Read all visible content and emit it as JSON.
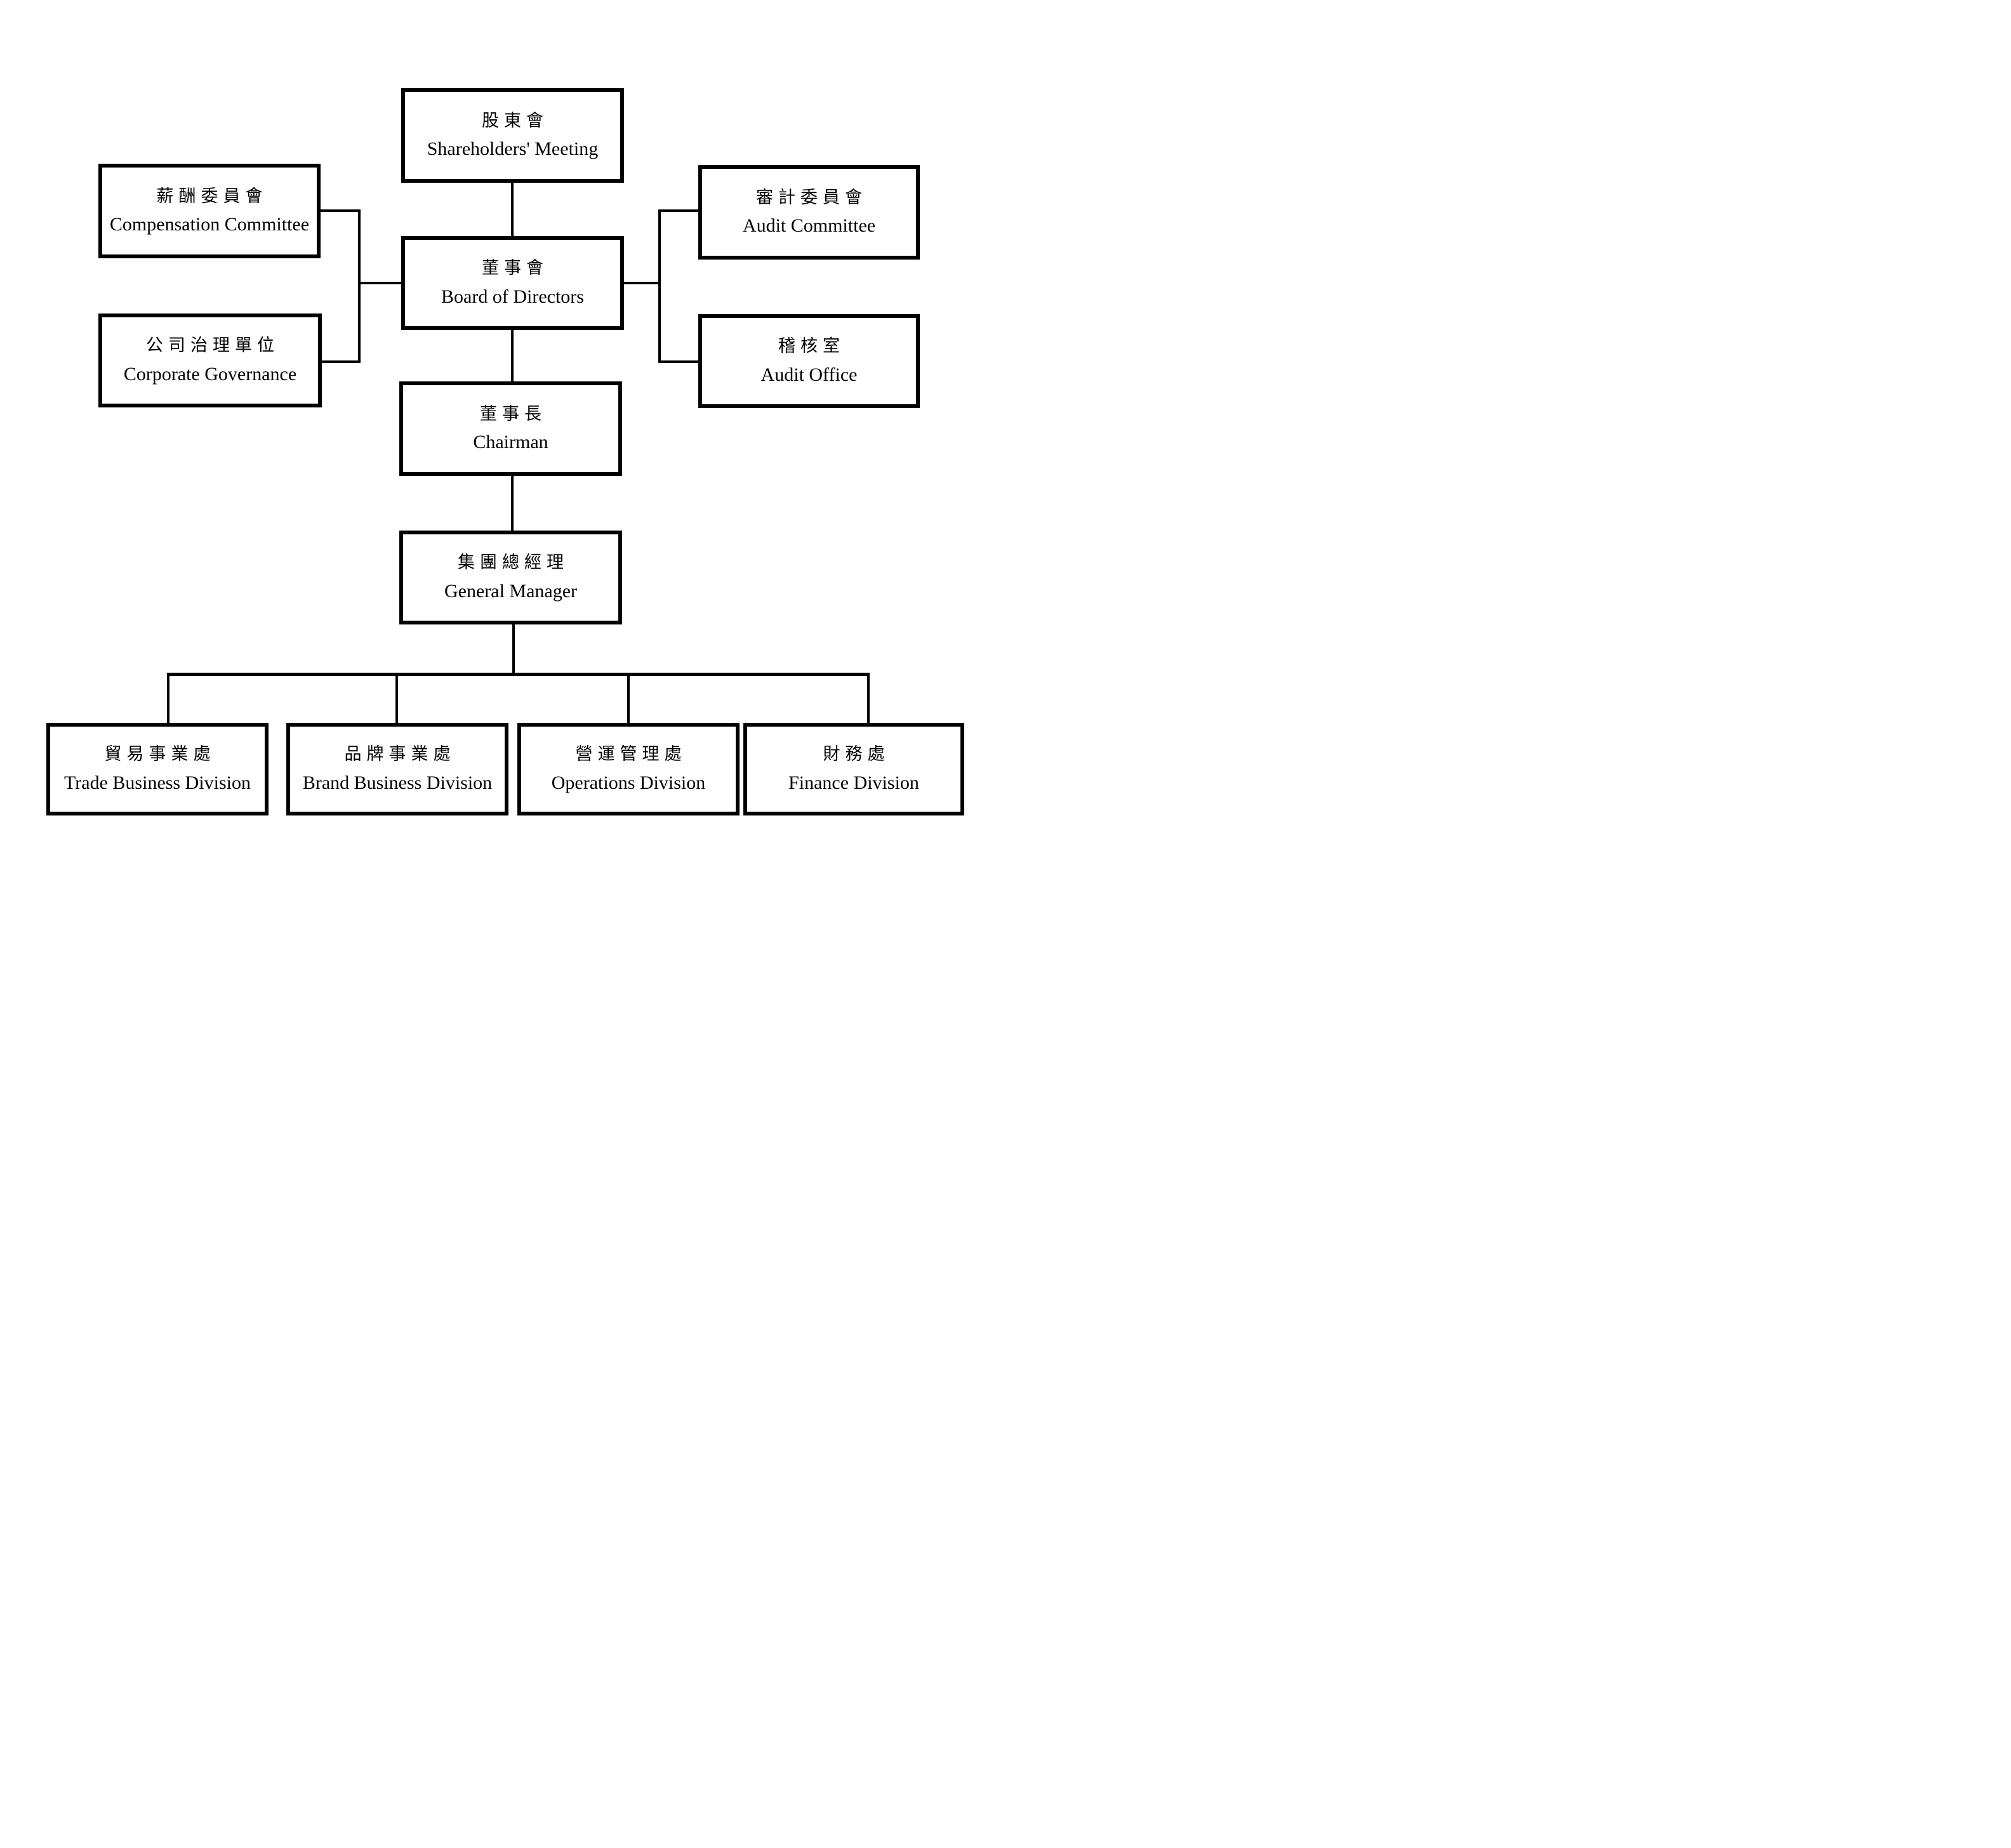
{
  "diagram": {
    "type": "org-chart",
    "nodes": {
      "shareholders": {
        "zh": "股東會",
        "en": "Shareholders' Meeting"
      },
      "compensation": {
        "zh": "薪酬委員會",
        "en": "Compensation Committee"
      },
      "governance": {
        "zh": "公司治理單位",
        "en": "Corporate Governance"
      },
      "board": {
        "zh": "董事會",
        "en": "Board of Directors"
      },
      "audit_committee": {
        "zh": "審計委員會",
        "en": "Audit Committee"
      },
      "audit_office": {
        "zh": "稽核室",
        "en": "Audit Office"
      },
      "chairman": {
        "zh": "董事長",
        "en": "Chairman"
      },
      "gm": {
        "zh": "集團總經理",
        "en": "General Manager"
      },
      "trade": {
        "zh": "貿易事業處",
        "en": "Trade Business Division"
      },
      "brand": {
        "zh": "品牌事業處",
        "en": "Brand Business Division"
      },
      "operations": {
        "zh": "營運管理處",
        "en": "Operations Division"
      },
      "finance": {
        "zh": "財務處",
        "en": "Finance Division"
      }
    },
    "edges": [
      [
        "shareholders",
        "board"
      ],
      [
        "board",
        "compensation"
      ],
      [
        "board",
        "governance"
      ],
      [
        "board",
        "audit_committee"
      ],
      [
        "board",
        "audit_office"
      ],
      [
        "board",
        "chairman"
      ],
      [
        "chairman",
        "gm"
      ],
      [
        "gm",
        "trade"
      ],
      [
        "gm",
        "brand"
      ],
      [
        "gm",
        "operations"
      ],
      [
        "gm",
        "finance"
      ]
    ],
    "colors": {
      "line": "#000000",
      "box_border": "#000000",
      "box_fill": "#ffffff",
      "text": "#000000",
      "background": "#ffffff"
    }
  }
}
